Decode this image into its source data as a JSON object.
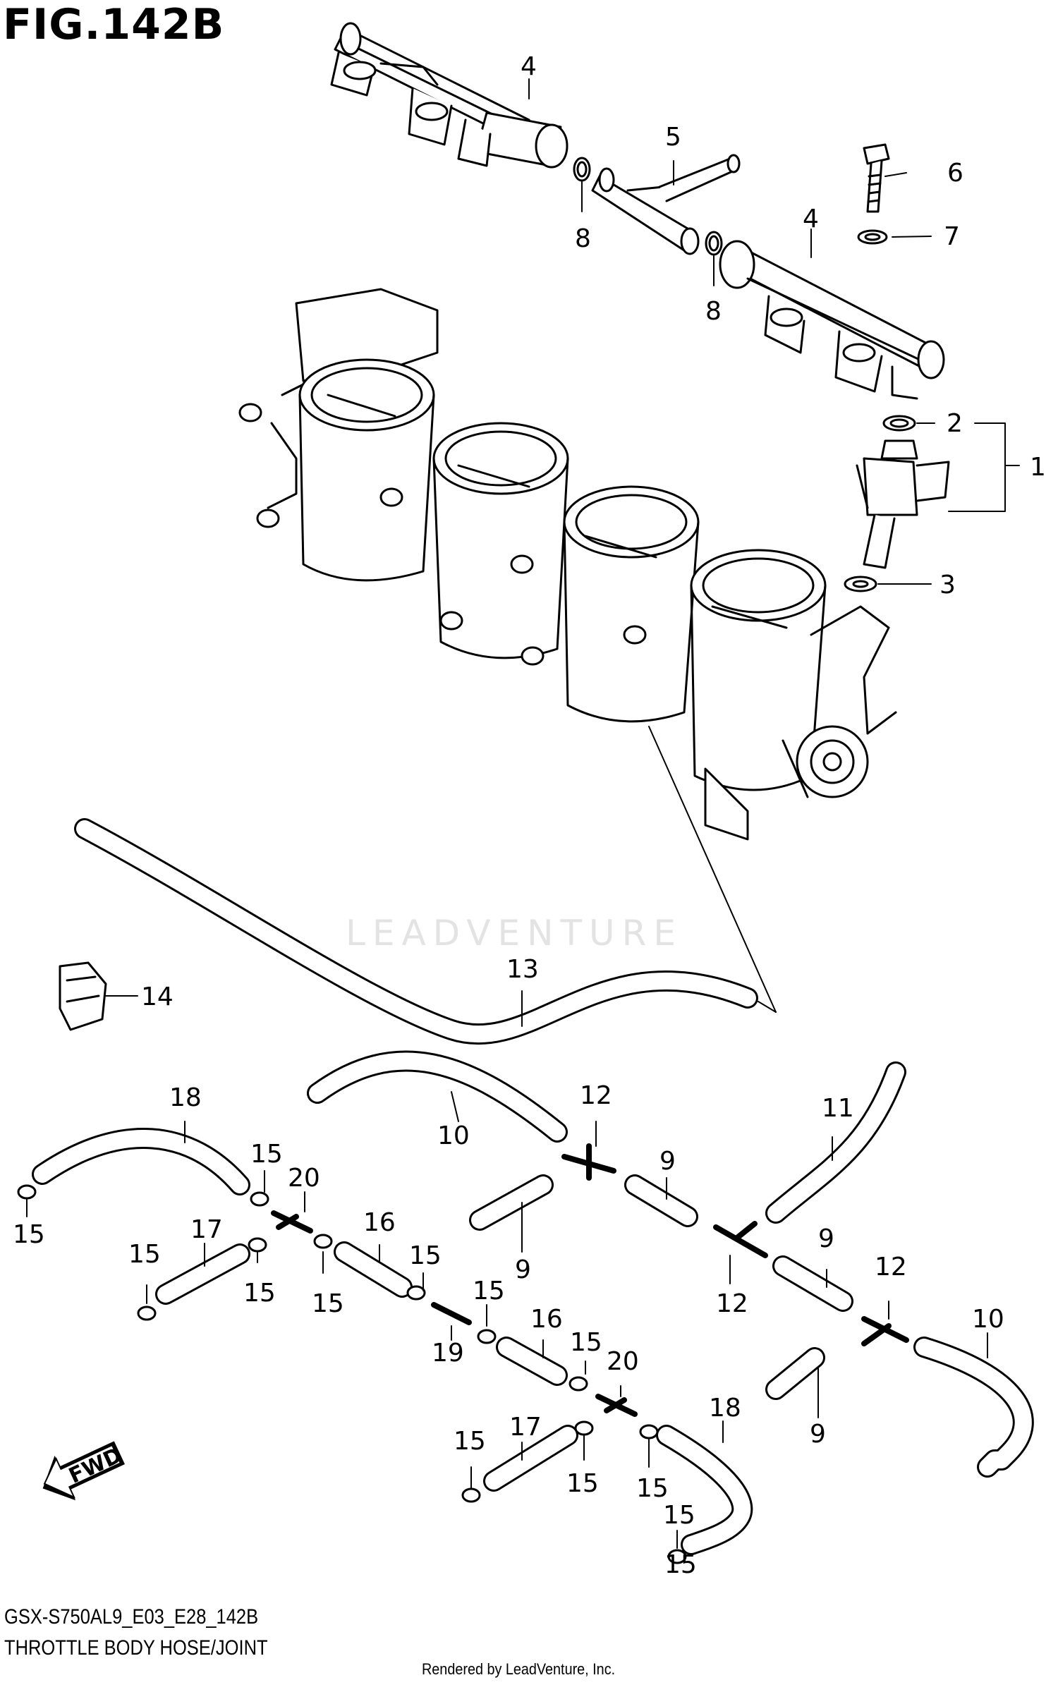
{
  "figure": {
    "title": "FIG.142B",
    "model_code": "GSX-S750AL9_E03_E28_142B",
    "section_title": "THROTTLE BODY HOSE/JOINT",
    "rendered_by": "Rendered by LeadVenture, Inc.",
    "watermark": "LEADVENTURE",
    "fwd_label": "FWD"
  },
  "callouts": [
    {
      "id": "c1",
      "label": "1"
    },
    {
      "id": "c2",
      "label": "2"
    },
    {
      "id": "c3",
      "label": "3"
    },
    {
      "id": "c4a",
      "label": "4"
    },
    {
      "id": "c4b",
      "label": "4"
    },
    {
      "id": "c5",
      "label": "5"
    },
    {
      "id": "c6",
      "label": "6"
    },
    {
      "id": "c7",
      "label": "7"
    },
    {
      "id": "c8a",
      "label": "8"
    },
    {
      "id": "c8b",
      "label": "8"
    },
    {
      "id": "c9a",
      "label": "9"
    },
    {
      "id": "c9b",
      "label": "9"
    },
    {
      "id": "c9c",
      "label": "9"
    },
    {
      "id": "c9d",
      "label": "9"
    },
    {
      "id": "c10a",
      "label": "10"
    },
    {
      "id": "c10b",
      "label": "10"
    },
    {
      "id": "c11",
      "label": "11"
    },
    {
      "id": "c12a",
      "label": "12"
    },
    {
      "id": "c12b",
      "label": "12"
    },
    {
      "id": "c12c",
      "label": "12"
    },
    {
      "id": "c13",
      "label": "13"
    },
    {
      "id": "c14",
      "label": "14"
    },
    {
      "id": "c15a",
      "label": "15"
    },
    {
      "id": "c15b",
      "label": "15"
    },
    {
      "id": "c15c",
      "label": "15"
    },
    {
      "id": "c15d",
      "label": "15"
    },
    {
      "id": "c15e",
      "label": "15"
    },
    {
      "id": "c15f",
      "label": "15"
    },
    {
      "id": "c15g",
      "label": "15"
    },
    {
      "id": "c15h",
      "label": "15"
    },
    {
      "id": "c15i",
      "label": "15"
    },
    {
      "id": "c15j",
      "label": "15"
    },
    {
      "id": "c15k",
      "label": "15"
    },
    {
      "id": "c15l",
      "label": "15"
    },
    {
      "id": "c15m",
      "label": "15"
    },
    {
      "id": "c16a",
      "label": "16"
    },
    {
      "id": "c16b",
      "label": "16"
    },
    {
      "id": "c17a",
      "label": "17"
    },
    {
      "id": "c17b",
      "label": "17"
    },
    {
      "id": "c18a",
      "label": "18"
    },
    {
      "id": "c18b",
      "label": "18"
    },
    {
      "id": "c19",
      "label": "19"
    },
    {
      "id": "c20a",
      "label": "20"
    },
    {
      "id": "c20b",
      "label": "20"
    }
  ]
}
